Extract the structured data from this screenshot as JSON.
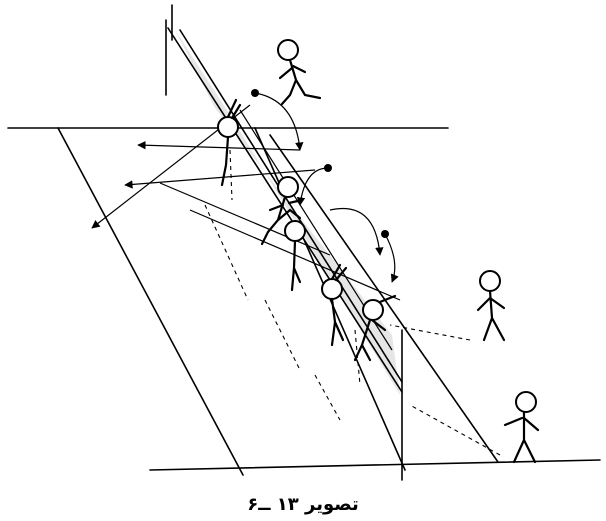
{
  "figure": {
    "caption": "تصویر ۱۳ ــ۶"
  },
  "players": [
    {
      "name": "player-top-approach"
    },
    {
      "name": "player-blocker-left"
    },
    {
      "name": "player-center-jumping"
    },
    {
      "name": "player-center-low"
    },
    {
      "name": "player-blocker-right"
    },
    {
      "name": "player-net-right"
    },
    {
      "name": "player-right-approach"
    },
    {
      "name": "player-bottom-right"
    }
  ]
}
